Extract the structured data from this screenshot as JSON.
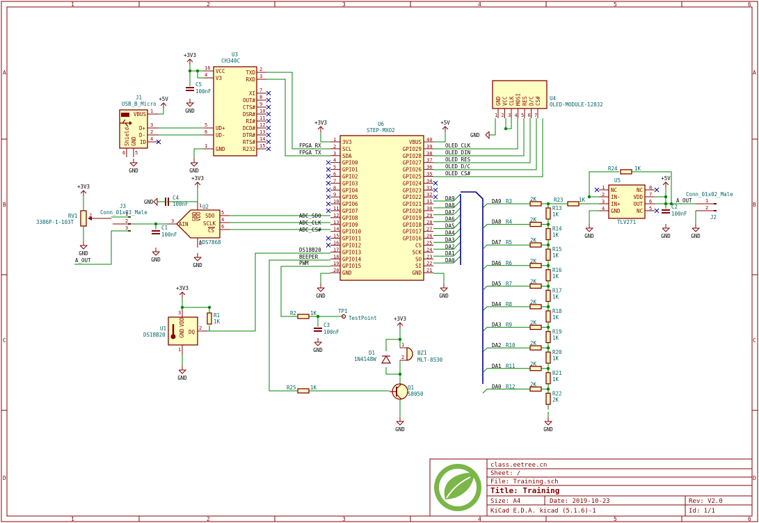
{
  "frame": {
    "cols": [
      "1",
      "2",
      "3",
      "4",
      "5",
      "6"
    ],
    "rows": [
      "A",
      "B",
      "C",
      "D"
    ]
  },
  "title_block": {
    "company": "class.eetree.cn",
    "sheet": "Sheet: /",
    "file": "File: Training.sch",
    "title": "Title: Training",
    "size": "Size: A4",
    "date": "Date: 2019-10-23",
    "rev": "Rev: V2.0",
    "tool": "KiCad E.D.A.  kicad (5.1.6)-1",
    "id": "Id: 1/1",
    "logo_color": "#7ab648"
  },
  "components": {
    "u3": {
      "ref": "U3",
      "value": "CH340C",
      "pins_left": [
        "VCC",
        "V3",
        "UD+",
        "UD-",
        "GND"
      ],
      "pins_right": [
        "TXD",
        "RXD",
        "XI",
        "OUT#",
        "CTS#",
        "DSR#",
        "RI#",
        "DCD#",
        "DTR#",
        "RTS#",
        "R232"
      ],
      "pnum_left": [
        "16",
        "4",
        "5",
        "6",
        "1"
      ],
      "pnum_right": [
        "2",
        "3",
        "7",
        "8",
        "9",
        "10",
        "11",
        "12",
        "13",
        "14",
        "15"
      ]
    },
    "u6": {
      "ref": "U6",
      "value": "STEP-MXO2",
      "pins_left": [
        "3V3",
        "SCL",
        "SDA",
        "GPIO0",
        "GPIO1",
        "GPIO2",
        "GPIO3",
        "GPIO4",
        "GPIO5",
        "GPIO6",
        "GPIO7",
        "GPIO8",
        "GPIO9",
        "GPIO10",
        "GPIO11",
        "GPIO12",
        "GPIO13",
        "GPIO14",
        "GPIO15",
        "GND"
      ],
      "pnum_left": [
        "1",
        "2",
        "3",
        "4",
        "5",
        "6",
        "7",
        "8",
        "9",
        "10",
        "11",
        "12",
        "13",
        "14",
        "15",
        "16",
        "17",
        "18",
        "19",
        "20"
      ],
      "pins_right": [
        "VBUS",
        "GPIO29",
        "GPIO28",
        "GPIO27",
        "GPIO26",
        "GPIO25",
        "GPIO24",
        "GPIO23",
        "GPIO22",
        "GPIO21",
        "GPIO20",
        "GPIO19",
        "GPIO18",
        "GPIO17",
        "GPIO16",
        "CS",
        "SCK",
        "SO",
        "SI",
        "GND"
      ],
      "pnum_right": [
        "40",
        "39",
        "38",
        "37",
        "36",
        "35",
        "34",
        "33",
        "32",
        "31",
        "30",
        "29",
        "28",
        "27",
        "26",
        "25",
        "24",
        "23",
        "22",
        "21"
      ]
    },
    "u4": {
      "ref": "U4",
      "value": "OLED-MODULE-12832",
      "pins": [
        "GND",
        "VCC",
        "CLK",
        "MOSI",
        "RES",
        "D/C",
        "CS#"
      ],
      "pnum": [
        "1",
        "2",
        "3",
        "4",
        "5",
        "6",
        "7"
      ]
    },
    "u5": {
      "ref": "U5",
      "value": "TLV271",
      "pins_left": [
        "NC",
        "IN-",
        "IN+",
        "GND"
      ],
      "pins_right": [
        "NC",
        "VDD",
        "OUT",
        "NC"
      ],
      "pnum_left": [
        "1",
        "2",
        "3",
        "4"
      ],
      "pnum_right": [
        "8",
        "7",
        "6",
        "5"
      ]
    },
    "u2": {
      "ref": "U2",
      "value": "ADS7868",
      "pins": [
        "SDO",
        "SCLK",
        "CS",
        "AIN",
        "VDD",
        "GND"
      ],
      "pnum": [
        "5",
        "4",
        "6",
        "3",
        "1",
        "2"
      ]
    },
    "u1": {
      "ref": "U1",
      "value": "DS18B20",
      "pins": [
        "DQ",
        "GND",
        "VDD"
      ],
      "pnum": [
        "2",
        "1",
        "3"
      ]
    },
    "j1": {
      "ref": "J1",
      "value": "USB_B_Micro",
      "pins": [
        "VBUS",
        "D+",
        "D-",
        "ID",
        "Shield",
        "GND"
      ],
      "pnum": [
        "1",
        "3",
        "2",
        "4",
        "6",
        "5"
      ]
    },
    "j2": {
      "ref": "J2",
      "value": "Conn_01x02_Male",
      "pnum": [
        "1",
        "2"
      ]
    },
    "j3": {
      "ref": "J3",
      "value": "Conn_01x03_Male",
      "pnum": [
        "1",
        "2",
        "3"
      ]
    },
    "rv1": {
      "ref": "RV1",
      "value": "3386P-1-103T",
      "pnum": [
        "2"
      ]
    },
    "q1": {
      "ref": "Q1",
      "value": "S8050"
    },
    "d1": {
      "ref": "D1",
      "value": "1N4148W"
    },
    "bz1": {
      "ref": "BZ1",
      "value": "MLT-8530",
      "pnum": [
        "1",
        "2"
      ]
    },
    "tp1": {
      "ref": "TP1",
      "value": "TestPoint"
    },
    "c1": {
      "ref": "C1",
      "value": "100nF"
    },
    "c2": {
      "ref": "C2",
      "value": "100nF"
    },
    "c3": {
      "ref": "C3",
      "value": "100nF"
    },
    "c4": {
      "ref": "C4",
      "value": "100nF"
    },
    "c5": {
      "ref": "C5",
      "value": "100nF"
    },
    "r1": {
      "ref": "R1",
      "value": "1K"
    },
    "r2": {
      "ref": "R2",
      "value": "1K"
    },
    "r23": {
      "ref": "R23",
      "value": "1K"
    },
    "r24": {
      "ref": "R24",
      "value": "1K"
    },
    "r25": {
      "ref": "R25",
      "value": "1K"
    }
  },
  "ladder": {
    "series": [
      {
        "net": "DA9",
        "ref": "R3",
        "val": "2K",
        "sref": "R13",
        "sval": "1K"
      },
      {
        "net": "DA8",
        "ref": "R4",
        "val": "2K",
        "sref": "R14",
        "sval": "1K"
      },
      {
        "net": "DA7",
        "ref": "R5",
        "val": "2K",
        "sref": "R15",
        "sval": "1K"
      },
      {
        "net": "DA6",
        "ref": "R6",
        "val": "2K",
        "sref": "R16",
        "sval": "1K"
      },
      {
        "net": "DA5",
        "ref": "R7",
        "val": "2K",
        "sref": "R17",
        "sval": "1K"
      },
      {
        "net": "DA4",
        "ref": "R8",
        "val": "2K",
        "sref": "R18",
        "sval": "1K"
      },
      {
        "net": "DA3",
        "ref": "R9",
        "val": "2K",
        "sref": "R19",
        "sval": "1K"
      },
      {
        "net": "DA2",
        "ref": "R10",
        "val": "2K",
        "sref": "R20",
        "sval": "1K"
      },
      {
        "net": "DA1",
        "ref": "R11",
        "val": "2K",
        "sref": "R21",
        "sval": "1K"
      },
      {
        "net": "DA0",
        "ref": "R12",
        "val": "2K",
        "sref": "R22",
        "sval": "2K"
      }
    ]
  },
  "nets": {
    "fpga_rx": "FPGA_RX",
    "fpga_tx": "FPGA_TX",
    "adc_sdo": "ADC_SDO",
    "adc_clk": "ADC_CLK",
    "adc_cs": "ADC_CS#",
    "ds18b20": "DS18B20",
    "beeper": "BEEPER",
    "pwm": "PWM",
    "oled_clk": "OLED_CLK",
    "oled_din": "OLED_DIN",
    "oled_res": "OLED_RES",
    "oled_dc": "OLED_D/C",
    "oled_cs": "OLED_CS#",
    "a_out": "A_OUT",
    "da_right": [
      "DA9",
      "DA8",
      "DA7",
      "DA6",
      "DA5",
      "DA4",
      "DA3",
      "DA2",
      "DA1",
      "DA0"
    ]
  },
  "power": {
    "v33": "+3V3",
    "v5": "+5V",
    "gnd": "GND"
  }
}
